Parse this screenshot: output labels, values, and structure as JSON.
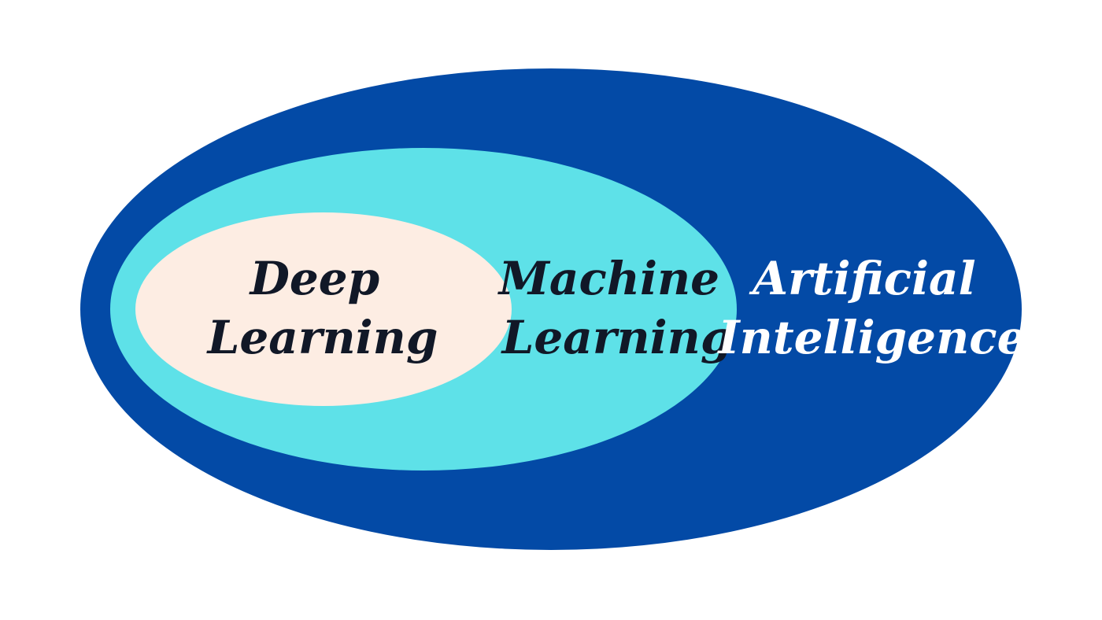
{
  "colors": {
    "background": "#ffffff",
    "artificial_intelligence": "#034AA6",
    "machine_learning": "#5EE1E8",
    "deep_learning": "#FDEDE3",
    "dark_text": "#111827",
    "light_text": "#ffffff"
  },
  "labels": {
    "deep_learning": [
      "Deep",
      "Learning"
    ],
    "machine_learning": [
      "Machine",
      "Learning"
    ],
    "artificial_intelligence": [
      "Artificial",
      "Intelligence"
    ]
  }
}
